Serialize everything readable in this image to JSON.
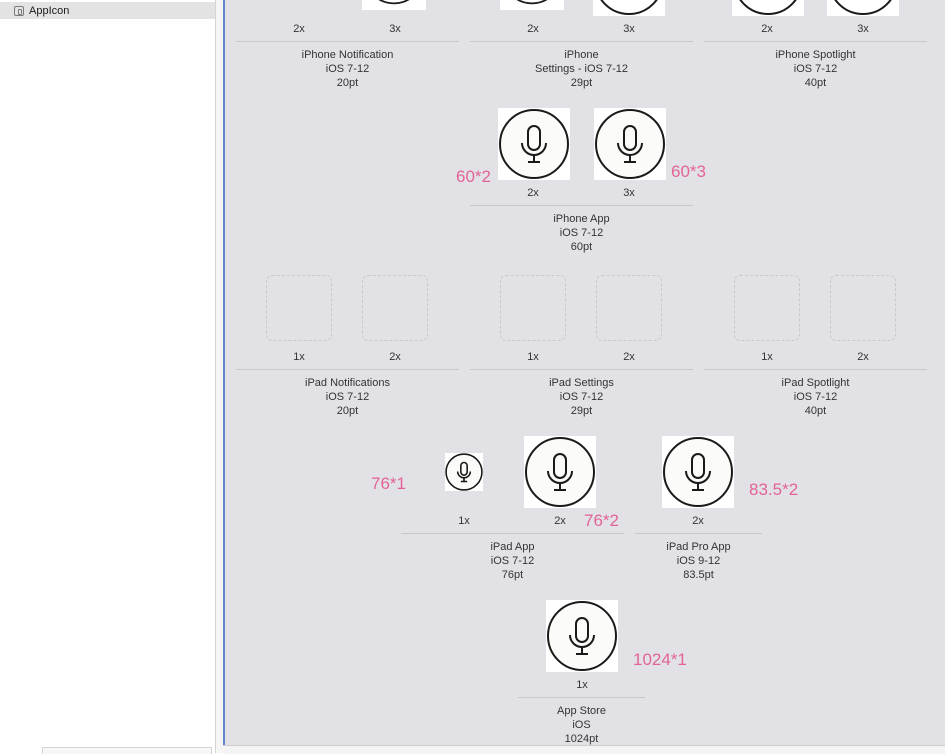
{
  "sidebar": {
    "items": [
      {
        "label": "AppIcon",
        "icon": "asset-catalog-icon"
      }
    ]
  },
  "groups": {
    "iphone_notification": {
      "scales": [
        "2x",
        "3x"
      ],
      "label": "iPhone Notification\niOS 7-12\n20pt"
    },
    "iphone_settings": {
      "scales": [
        "2x",
        "3x"
      ],
      "label": "iPhone\nSettings - iOS 7-12\n29pt"
    },
    "iphone_spotlight": {
      "scales": [
        "2x",
        "3x"
      ],
      "label": "iPhone Spotlight\niOS 7-12\n40pt"
    },
    "iphone_app": {
      "scales": [
        "2x",
        "3x"
      ],
      "label": "iPhone App\niOS 7-12\n60pt"
    },
    "ipad_notifications": {
      "scales": [
        "1x",
        "2x"
      ],
      "label": "iPad Notifications\niOS 7-12\n20pt"
    },
    "ipad_settings": {
      "scales": [
        "1x",
        "2x"
      ],
      "label": "iPad Settings\niOS 7-12\n29pt"
    },
    "ipad_spotlight": {
      "scales": [
        "1x",
        "2x"
      ],
      "label": "iPad Spotlight\niOS 7-12\n40pt"
    },
    "ipad_app": {
      "scales": [
        "1x",
        "2x"
      ],
      "label": "iPad App\niOS 7-12\n76pt"
    },
    "ipad_pro_app": {
      "scales": [
        "2x"
      ],
      "label": "iPad Pro App\niOS 9-12\n83.5pt"
    },
    "app_store": {
      "scales": [
        "1x"
      ],
      "label": "App Store\niOS\n1024pt"
    }
  },
  "annotations": {
    "iphone_app_2x": "60*2",
    "iphone_app_3x": "60*3",
    "ipad_app_1x": "76*1",
    "ipad_app_2x": "76*2",
    "ipad_pro_2x": "83.5*2",
    "app_store_1x": "1024*1"
  },
  "colors": {
    "editor_background": "#e2e2e6",
    "annotation_pink": "#e26398",
    "selection_border": "#5d89c8"
  },
  "icons": {
    "app_icon": "microphone-icon"
  }
}
